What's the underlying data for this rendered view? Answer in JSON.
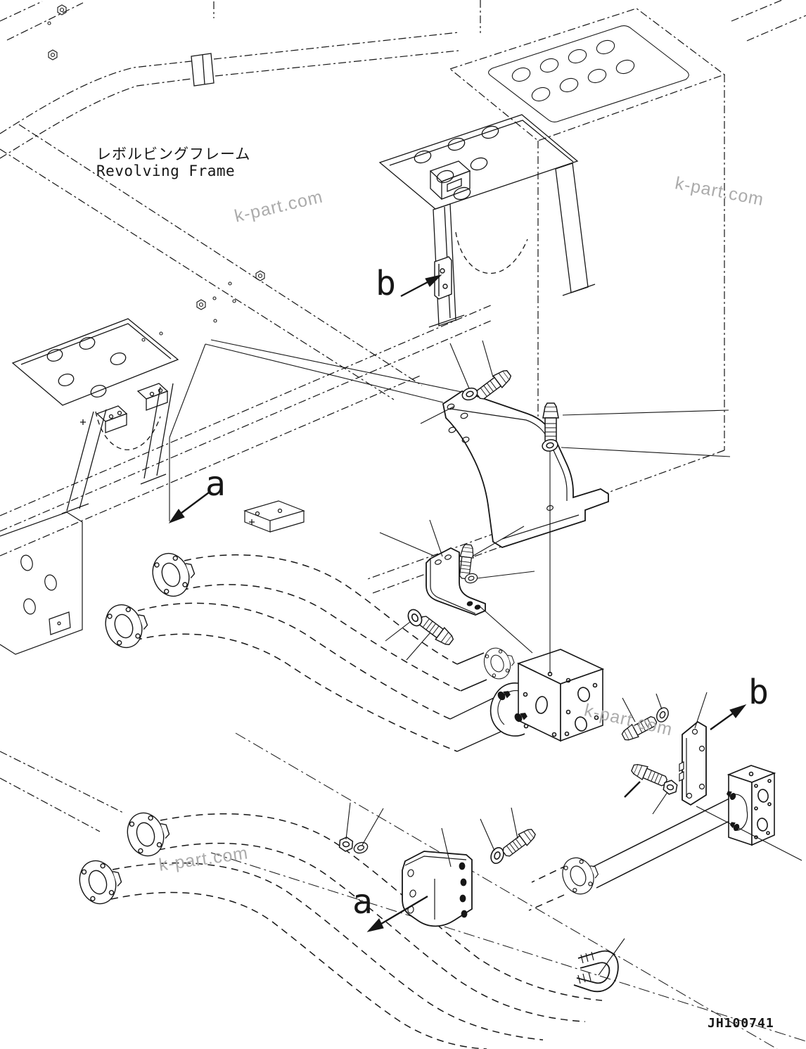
{
  "diagram": {
    "title": {
      "jp": "レボルビングフレーム",
      "en": "Revolving Frame"
    },
    "drawing_number": "JH100741",
    "labels": {
      "b_top": "b",
      "a_top": "a",
      "b_right": "b",
      "a_bottom": "a"
    },
    "watermark": {
      "text": "k-part.com",
      "color": "#ababab"
    },
    "colors": {
      "line": "#161616",
      "background": "#ffffff",
      "watermark": "#ababab"
    }
  }
}
